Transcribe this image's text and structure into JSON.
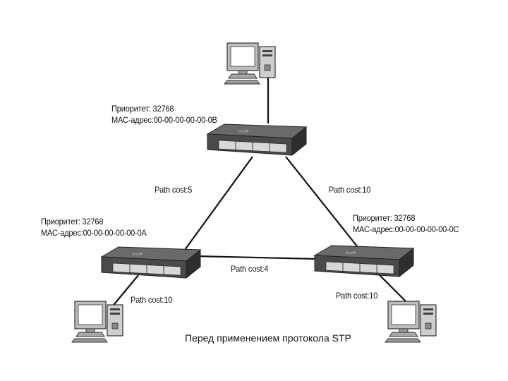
{
  "switches": {
    "top": {
      "priority": "Приоритет: 32768",
      "mac": "МАС-адрес:00-00-00-00-00-0B"
    },
    "left": {
      "priority": "Приоритет: 32768",
      "mac": "МАС-адрес:00-00-00-00-00-0A"
    },
    "right": {
      "priority": "Приоритет: 32768",
      "mac": "МАС-адрес:00-00-00-00-00-0C"
    }
  },
  "links": {
    "top_left_cost": "Path cost:5",
    "top_right_cost": "Path cost:10",
    "left_right_cost": "Path cost:4",
    "left_pc_cost": "Path cost:10",
    "right_pc_cost": "Path cost:10"
  },
  "caption": "Перед применением протокола STP",
  "icons": [
    "computer-icon",
    "network-switch-icon"
  ],
  "colors": {
    "line": "#111111",
    "switch_body": "#3a3a3a",
    "switch_front": "#5a5a5a",
    "monitor_screen": "#ffffff",
    "monitor_frame": "#bdbdbd"
  }
}
